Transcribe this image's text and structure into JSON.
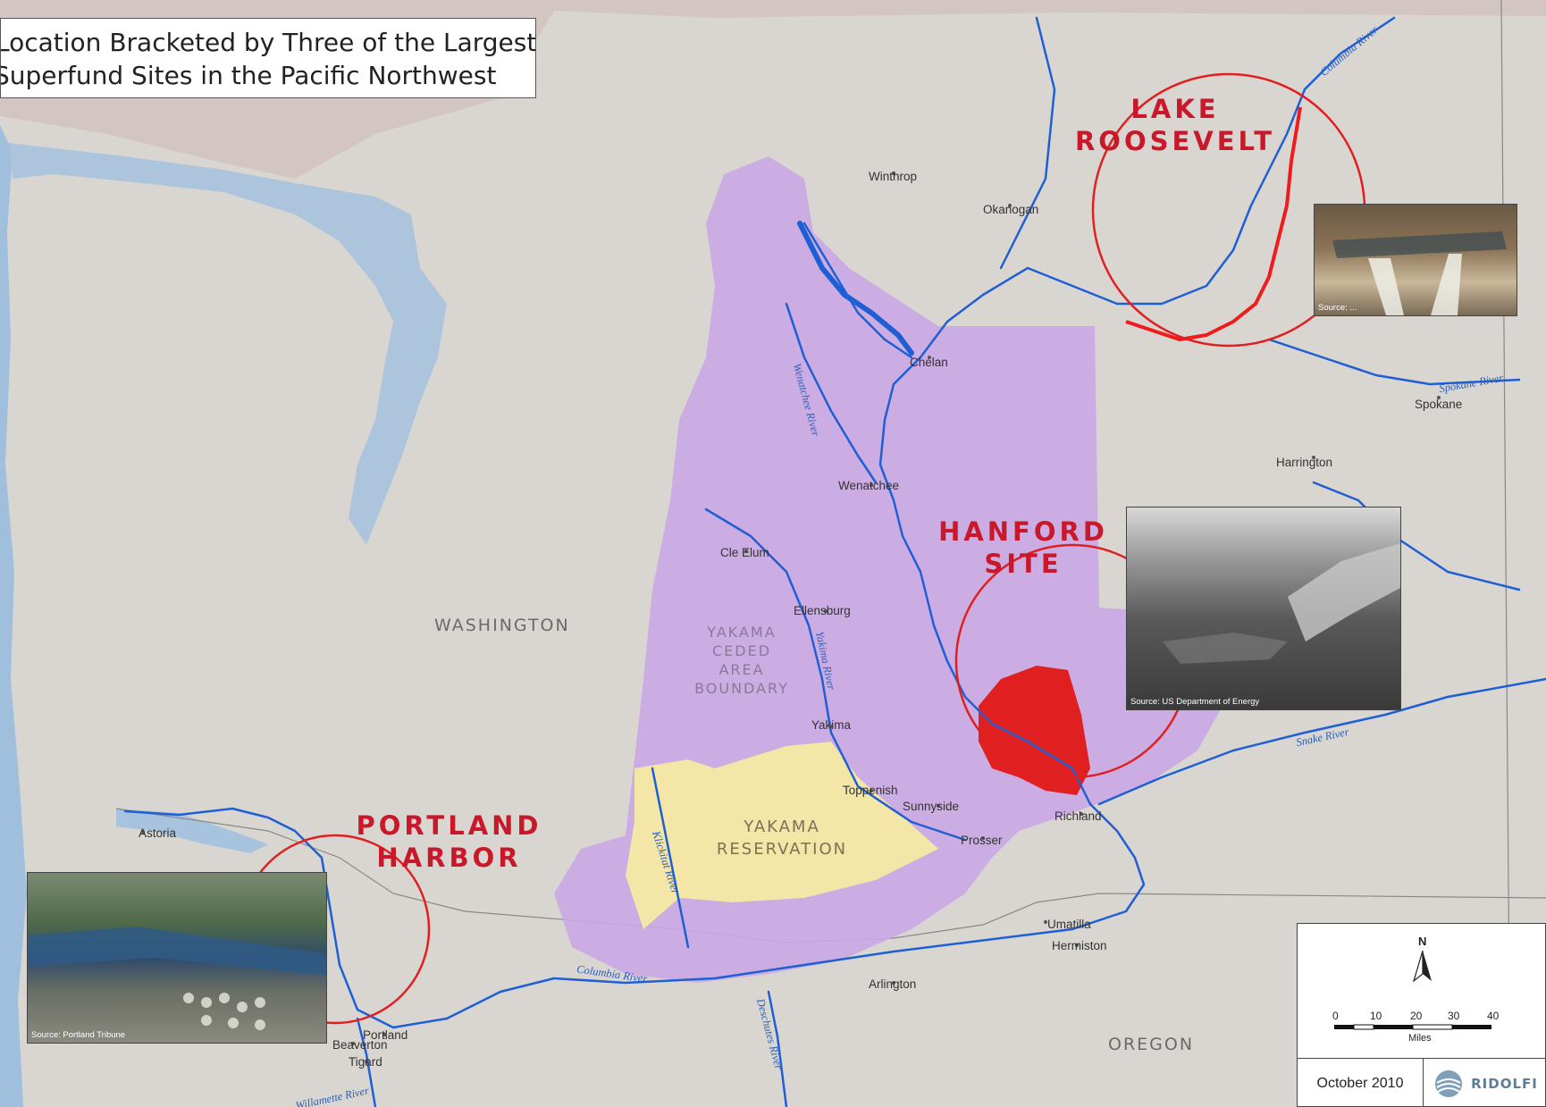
{
  "title": {
    "line1": "Location Bracketed by Three of the Largest",
    "line2": "Superfund Sites in the Pacific Northwest"
  },
  "states": {
    "washington": "WASHINGTON",
    "oregon": "OREGON"
  },
  "cities": {
    "winthrop": "Winthrop",
    "okanogan": "Okanogan",
    "chelan": "Chelan",
    "spokane": "Spokane",
    "harrington": "Harrington",
    "wenatchee": "Wenatchee",
    "cle_elum": "Cle Elum",
    "ellensburg": "Ellensburg",
    "yakima": "Yakima",
    "toppenish": "Toppenish",
    "sunnyside": "Sunnyside",
    "prosser": "Prosser",
    "richland": "Richland",
    "umatilla": "Umatilla",
    "hermiston": "Hermiston",
    "arlington": "Arlington",
    "astoria": "Astoria",
    "portland": "Portland",
    "beaverton": "Beaverton",
    "tigard": "Tigard"
  },
  "rivers": {
    "columbia_north": "Columbia River",
    "columbia_south": "Columbia River",
    "spokane": "Spokane River",
    "snake": "Snake River",
    "wenatchee": "Wenatchee River",
    "yakima": "Yakima River",
    "klickitat": "Klickitat River",
    "deschutes": "Deschutes River",
    "willamette": "Willamette River"
  },
  "areas": {
    "ceded": [
      "YAKAMA",
      "CEDED",
      "AREA",
      "BOUNDARY"
    ],
    "reservation": [
      "YAKAMA",
      "RESERVATION"
    ]
  },
  "sites": {
    "lake_roosevelt": [
      "LAKE",
      "ROOSEVELT"
    ],
    "hanford": [
      "HANFORD",
      "SITE"
    ],
    "portland_harbor": [
      "PORTLAND",
      "HARBOR"
    ]
  },
  "photo_sources": {
    "lake_roosevelt": "Source: ...",
    "hanford": "Source: US Department of Energy",
    "portland": "Source: Portland Tribune"
  },
  "legend": {
    "north": "N",
    "ticks": [
      "0",
      "10",
      "20",
      "30",
      "40"
    ],
    "unit": "Miles",
    "date": "October 2010",
    "logo": "RIDOLFI"
  },
  "colors": {
    "land": "#d9d6d2",
    "water": "#a7c3dd",
    "ocean": "#9fbfdc",
    "ceded_area": "#c9a8e6",
    "reservation": "#f3e6a6",
    "site": "#e02020",
    "river": "#1f5fd4",
    "site_text": "#c8182a"
  }
}
